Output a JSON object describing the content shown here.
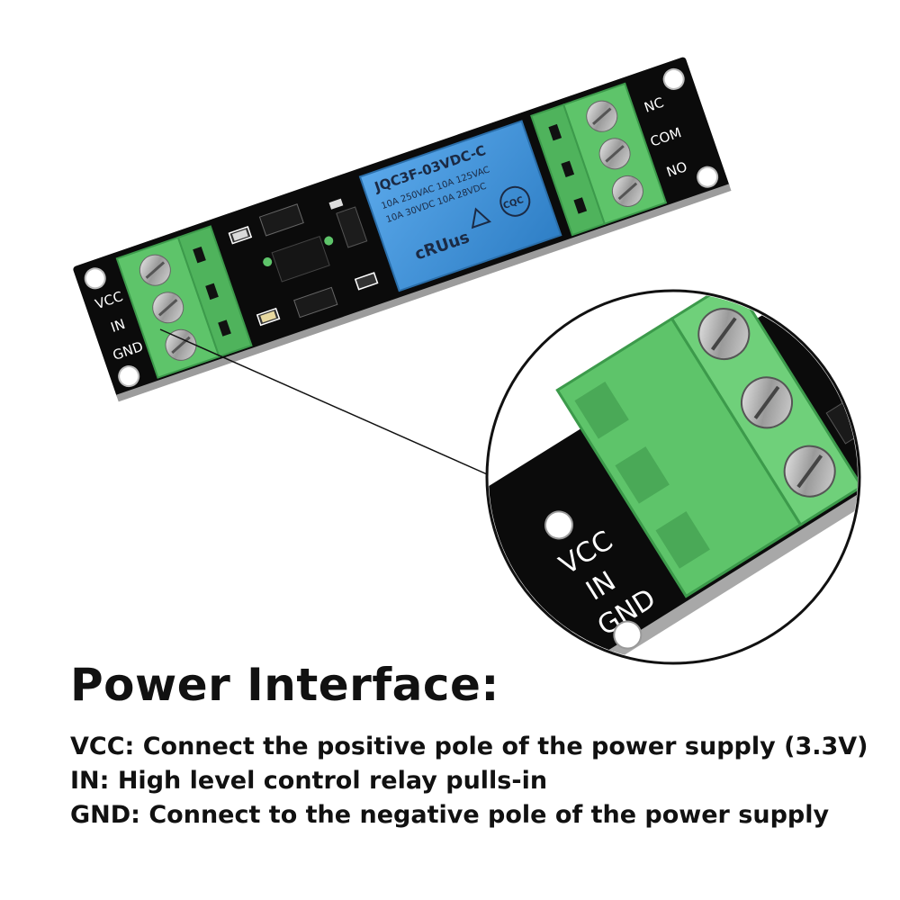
{
  "board": {
    "left_pins": [
      "VCC",
      "IN",
      "GND"
    ],
    "right_pins": [
      "NC",
      "COM",
      "NO"
    ],
    "relay_text": [
      "JQC3F-03VDC-C",
      "10A 250VAC 10A 125VAC",
      "10A 30VDC 10A 28VDC",
      "cRUus",
      "CQC"
    ],
    "colors": {
      "pcb": "#0b0b0b",
      "terminal": "#5ec46a",
      "relay": "#3d8fd6",
      "silkscreen": "#ffffff"
    }
  },
  "zoom": {
    "pins": [
      "VCC",
      "IN",
      "GND"
    ]
  },
  "text": {
    "heading": "Power Interface:",
    "lines": [
      "VCC: Connect the positive pole of the power supply (3.3V)",
      "IN: High level control relay pulls-in",
      "GND: Connect to the negative pole of the power supply"
    ]
  }
}
